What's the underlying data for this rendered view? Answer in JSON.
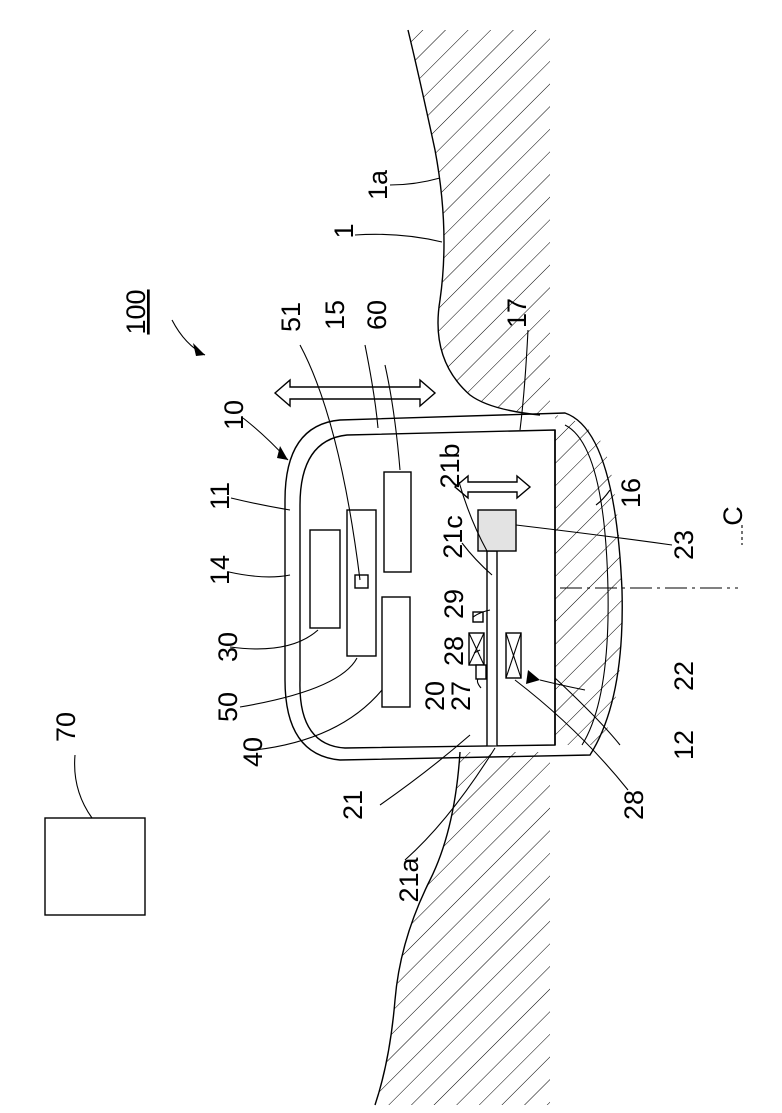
{
  "figure": {
    "orientation": "rotated-90-ccw",
    "labels": {
      "device_assembly": "100",
      "body_tissue": "1",
      "tissue_surface": "1a",
      "capsule": "10",
      "outer_wall": "11",
      "inner_partition": "12",
      "side_wall_left": "14",
      "upper_wall": "15",
      "bottom_curve": "16",
      "chamber": "17",
      "actuator": "20",
      "rod": "21",
      "rod_tip": "21a",
      "rod_end": "21b",
      "rod_mid": "21c",
      "drive_unit": "22",
      "weight": "23",
      "part_27": "27",
      "coil_28_left": "28",
      "coil_28_right": "28",
      "sensor_29": "29",
      "battery_30": "30",
      "unit_40": "40",
      "board_50": "50",
      "chip_51": "51",
      "unit_60": "60",
      "external_device": "70",
      "axis_c": "C"
    }
  }
}
